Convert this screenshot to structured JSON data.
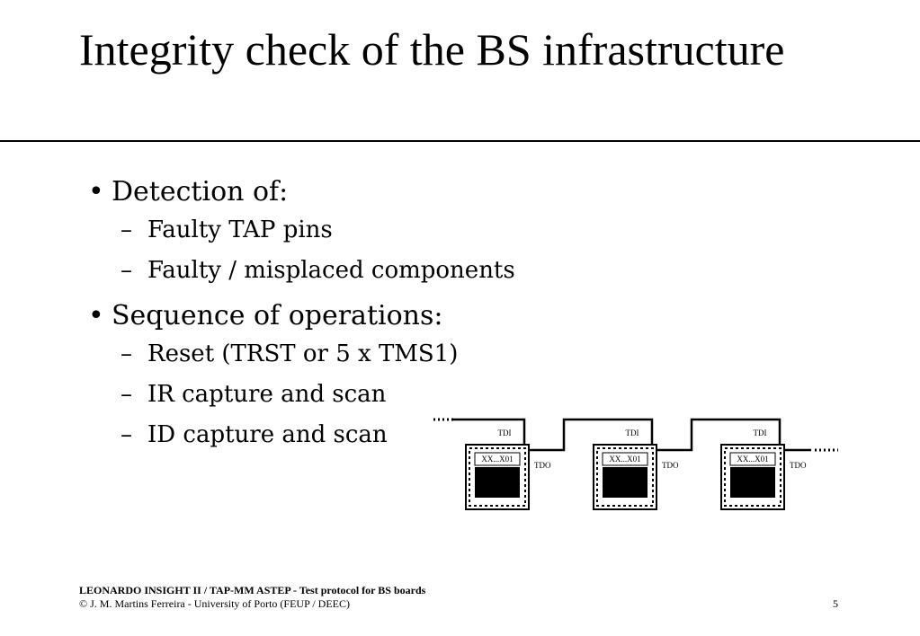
{
  "title": "Integrity check of the BS infrastructure",
  "bullets": [
    {
      "label": "Detection of:",
      "items": [
        "Faulty TAP pins",
        "Faulty / misplaced components"
      ]
    },
    {
      "label": "Sequence of operations:",
      "items": [
        "Reset (TRST or 5 x TMS1)",
        "IR capture and scan",
        "ID capture and scan"
      ]
    }
  ],
  "diagram": {
    "chips": [
      {
        "tdi": "TDI",
        "tdo": "TDO",
        "id": "XX...X01"
      },
      {
        "tdi": "TDI",
        "tdo": "TDO",
        "id": "XX...X01"
      },
      {
        "tdi": "TDI",
        "tdo": "TDO",
        "id": "XX...X01"
      }
    ]
  },
  "footer": {
    "line1": "LEONARDO INSIGHT II / TAP-MM ASTEP - Test protocol for BS boards",
    "line2": "© J. M. Martins Ferreira - University of Porto (FEUP / DEEC)",
    "page": "5"
  }
}
